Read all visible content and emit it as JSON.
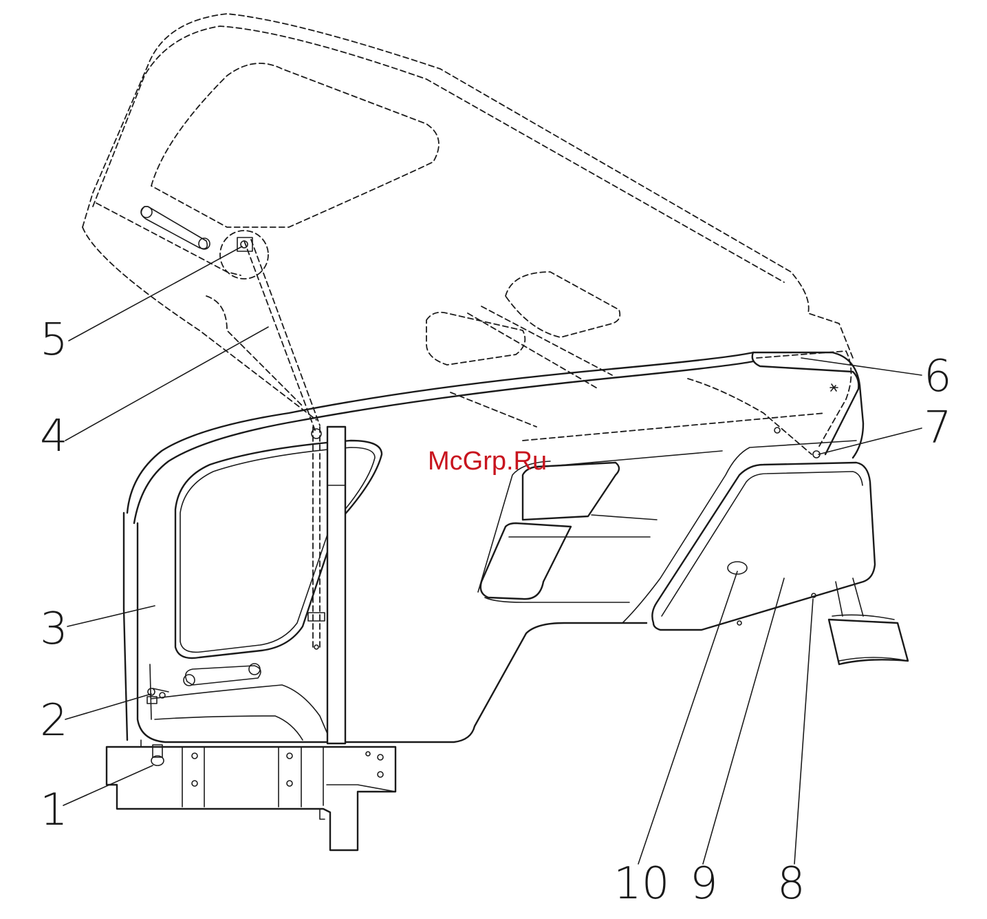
{
  "diagram": {
    "watermark": "McGrp.Ru",
    "callouts": [
      {
        "id": "1",
        "label": "1"
      },
      {
        "id": "2",
        "label": "2"
      },
      {
        "id": "3",
        "label": "3"
      },
      {
        "id": "4",
        "label": "4"
      },
      {
        "id": "5",
        "label": "5"
      },
      {
        "id": "6",
        "label": "6"
      },
      {
        "id": "7",
        "label": "7"
      },
      {
        "id": "8",
        "label": "8"
      },
      {
        "id": "9",
        "label": "9"
      },
      {
        "id": "10",
        "label": "10"
      }
    ],
    "colors": {
      "line": "#1a1a1a",
      "watermark": "#c8141e",
      "background": "#ffffff"
    }
  }
}
